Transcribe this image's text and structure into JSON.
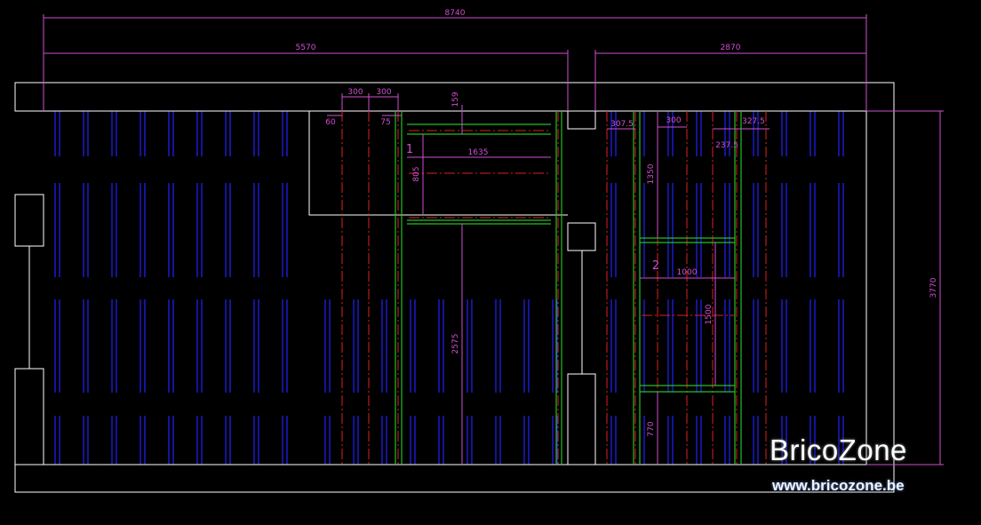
{
  "colors": {
    "background": "#000000",
    "outline": "#ffffff",
    "dimension": "#d04fd0",
    "centerline": "#e02020",
    "profile": "#22c022",
    "joist": "#2222ff"
  },
  "dimensions": {
    "overall": "8740",
    "left_span": "5570",
    "right_span": "2870",
    "height": "3770",
    "spacing_a": "300",
    "spacing_b": "300",
    "offset_60": "60",
    "offset_75": "75",
    "gap_159": "159",
    "width_1635": "1635",
    "height_805": "805",
    "height_2575": "2575",
    "offset_307": "307.5",
    "spacing_c": "300",
    "offset_327": "327.5",
    "offset_237": "237.5",
    "height_1350": "1350",
    "width_1000": "1000",
    "height_1500": "1500",
    "height_770": "770"
  },
  "labels": {
    "opening_1": "1",
    "opening_2": "2"
  },
  "watermark": {
    "brand": "BricoZone",
    "url": "www.bricozone.be"
  }
}
